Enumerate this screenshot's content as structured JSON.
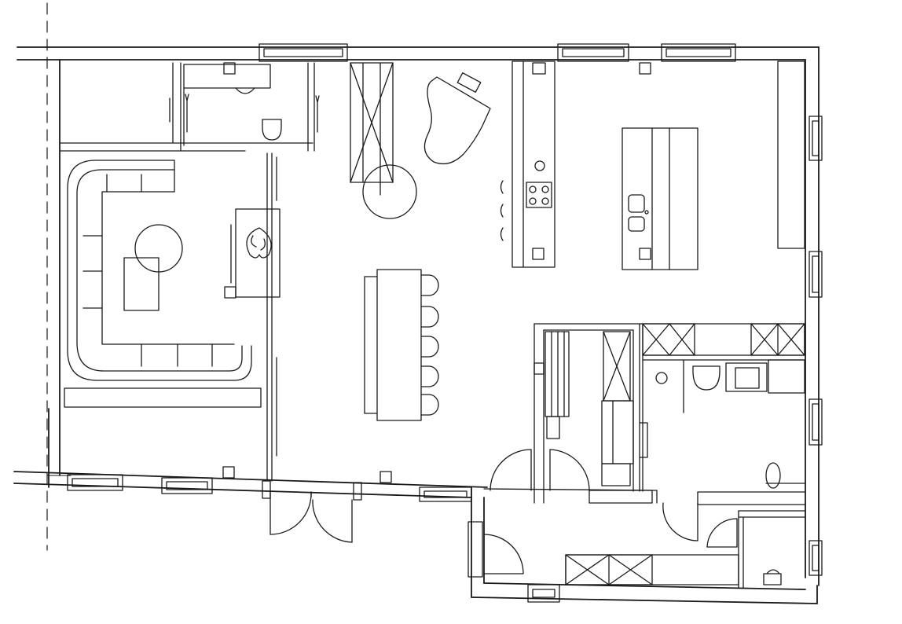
{
  "drawing": {
    "kind": "hand-drawn floor plan",
    "labels": [],
    "line_color": "#1a1a1a",
    "background": "#ffffff"
  },
  "rooms": [
    "living-area",
    "dining-area",
    "kitchen",
    "entrance-hall",
    "bathroom",
    "wc",
    "storage"
  ],
  "furniture": [
    "sectional-sofa",
    "round-coffee-table",
    "rug",
    "fireplace",
    "grand-piano",
    "spiral-staircase",
    "dining-table",
    "dining-chairs",
    "kitchen-counter",
    "cooktop",
    "kitchen-island",
    "sink",
    "toilet",
    "washbasin",
    "shower",
    "wardrobe"
  ]
}
